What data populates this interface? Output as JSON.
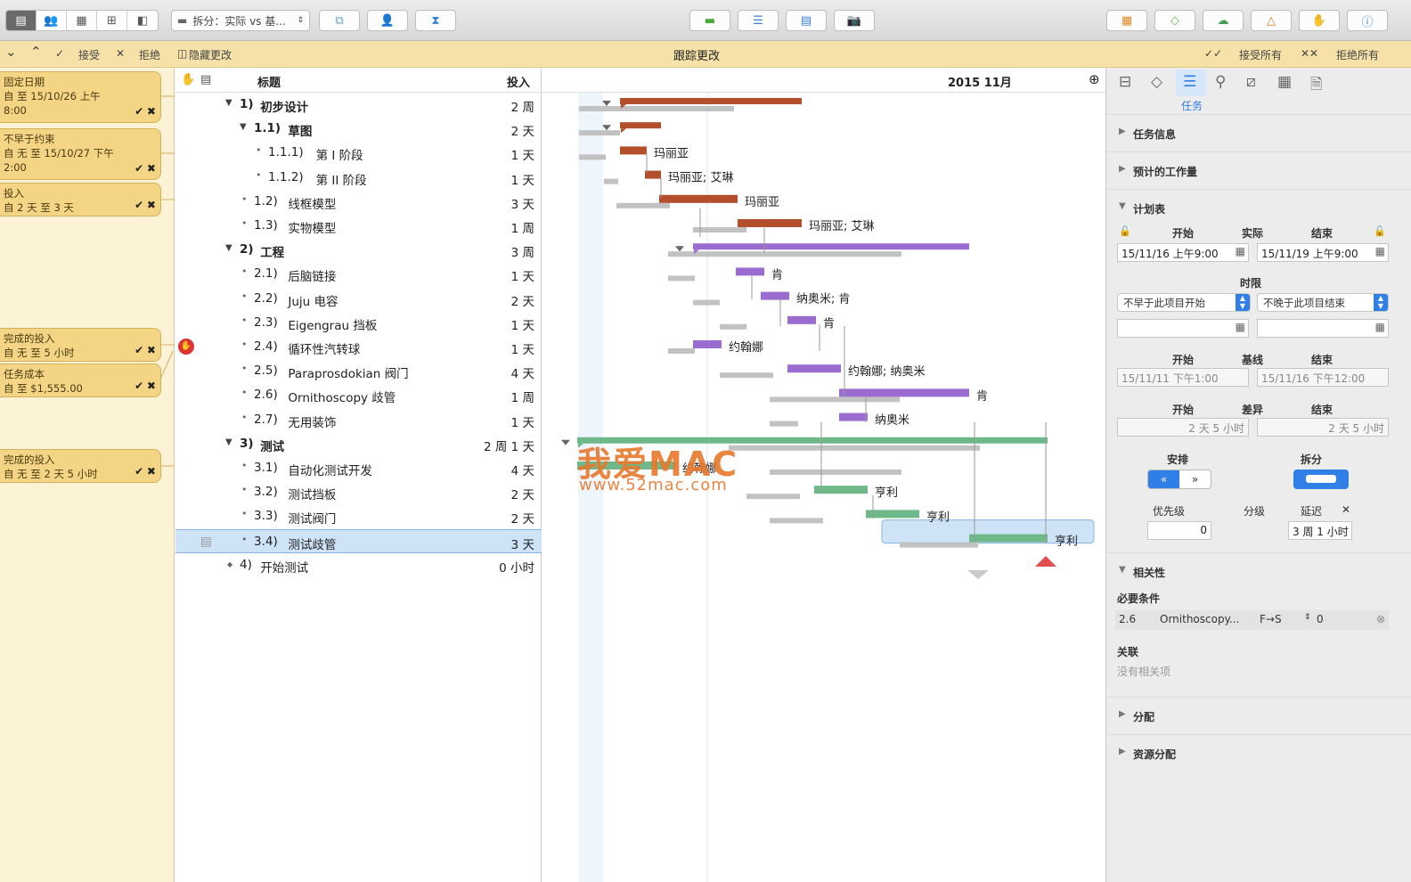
{
  "toolbar": {
    "view_modes": [
      "gantt-view-icon",
      "resource-view-icon",
      "calendar-view-icon",
      "network-view-icon",
      "dashboard-view-icon"
    ],
    "baseline_popup": "拆分：实际 vs 基..."
  },
  "trackbar": {
    "accept": "接受",
    "reject": "拒绝",
    "hide_changes": "隐藏更改",
    "title": "跟踪更改",
    "accept_all": "接受所有",
    "reject_all": "拒绝所有"
  },
  "changes": [
    {
      "title": "固定日期",
      "detail": "自  至 15/10/26 上午 8:00"
    },
    {
      "title": "不早于约束",
      "detail": "自 无 至 15/10/27 下午 2:00"
    },
    {
      "title": "投入",
      "detail": "自 2 天 至 3 天"
    },
    {
      "title": "完成的投入",
      "detail": "自 无 至 5 小时"
    },
    {
      "title": "任务成本",
      "detail": "自  至 $1,555.00"
    },
    {
      "title": "完成的投入",
      "detail": "自 无 至 2 天 5 小时"
    }
  ],
  "outline": {
    "col_title": "标题",
    "col_effort": "投入",
    "rows": [
      {
        "num": "1)",
        "title": "初步设计",
        "effort": "2 周",
        "level": 0,
        "group": true
      },
      {
        "num": "1.1)",
        "title": "草图",
        "effort": "2 天",
        "level": 1,
        "group": true
      },
      {
        "num": "1.1.1)",
        "title": "第 I 阶段",
        "effort": "1 天",
        "level": 2,
        "group": false
      },
      {
        "num": "1.1.2)",
        "title": "第 II 阶段",
        "effort": "1 天",
        "level": 2,
        "group": false
      },
      {
        "num": "1.2)",
        "title": "线框模型",
        "effort": "3 天",
        "level": 1,
        "group": false
      },
      {
        "num": "1.3)",
        "title": "实物模型",
        "effort": "1 周",
        "level": 1,
        "group": false
      },
      {
        "num": "2)",
        "title": "工程",
        "effort": "3 周",
        "level": 0,
        "group": true
      },
      {
        "num": "2.1)",
        "title": "后脑链接",
        "effort": "1 天",
        "level": 1,
        "group": false
      },
      {
        "num": "2.2)",
        "title": "Juju 电容",
        "effort": "2 天",
        "level": 1,
        "group": false
      },
      {
        "num": "2.3)",
        "title": "Eigengrau 挡板",
        "effort": "1 天",
        "level": 1,
        "group": false
      },
      {
        "num": "2.4)",
        "title": "循环性汽转球",
        "effort": "1 天",
        "level": 1,
        "group": false
      },
      {
        "num": "2.5)",
        "title": "Paraprosdokian 阀门",
        "effort": "4 天",
        "level": 1,
        "group": false
      },
      {
        "num": "2.6)",
        "title": "Ornithoscopy 歧管",
        "effort": "1 周",
        "level": 1,
        "group": false
      },
      {
        "num": "2.7)",
        "title": "无用装饰",
        "effort": "1 天",
        "level": 1,
        "group": false
      },
      {
        "num": "3)",
        "title": "测试",
        "effort": "2 周 1 天",
        "level": 0,
        "group": true
      },
      {
        "num": "3.1)",
        "title": "自动化测试开发",
        "effort": "4 天",
        "level": 1,
        "group": false
      },
      {
        "num": "3.2)",
        "title": "测试挡板",
        "effort": "2 天",
        "level": 1,
        "group": false
      },
      {
        "num": "3.3)",
        "title": "测试阀门",
        "effort": "2 天",
        "level": 1,
        "group": false
      },
      {
        "num": "3.4)",
        "title": "测试歧管",
        "effort": "3 天",
        "level": 1,
        "group": false,
        "selected": true
      },
      {
        "num": "4)",
        "title": "开始测试",
        "effort": "0 小时",
        "level": 0,
        "group": false,
        "milestone": true
      }
    ]
  },
  "gantt": {
    "period": "2015 11月",
    "labels": [
      "玛丽亚",
      "玛丽亚; 艾琳",
      "玛丽亚",
      "玛丽亚; 艾琳",
      "肯",
      "纳奥米; 肯",
      "肯",
      "约翰娜",
      "约翰娜; 纳奥米",
      "肯",
      "纳奥米",
      "约翰娜",
      "亨利",
      "亨利",
      "亨利"
    ],
    "watermark_title": "我爱MAC",
    "watermark_url": "www.52mac.com",
    "colors": {
      "design": "#b34f2b",
      "engineering": "#9b6ccf",
      "testing": "#6fb88a",
      "baseline": "#c2c2c2"
    }
  },
  "inspector": {
    "active_tab": "任务",
    "sections": {
      "task_info": "任务信息",
      "estimated_work": "预计的工作量",
      "schedule": "计划表",
      "dependencies": "相关性",
      "assignments": "分配",
      "resource_allocation": "资源分配"
    },
    "schedule": {
      "start_label": "开始",
      "actual_label": "实际",
      "end_label": "结束",
      "start_value": "15/11/16 上午9:00",
      "end_value": "15/11/19 上午9:00",
      "deadline_label": "时限",
      "constraint_start": "不早于此项目开始",
      "constraint_end": "不晚于此项目结束",
      "baseline_start_label": "开始",
      "baseline_label": "基线",
      "baseline_end_label": "结束",
      "baseline_start": "15/11/11 下午1:00",
      "baseline_end": "15/11/16 下午12:00",
      "variance_start_label": "开始",
      "variance_label": "差异",
      "variance_end_label": "结束",
      "variance_start": "2 天 5 小时",
      "variance_end": "2 天 5 小时",
      "arrange_label": "安排",
      "split_label": "拆分",
      "priority_label": "优先级",
      "level_label": "分级",
      "delay_label": "延迟",
      "priority_value": "0",
      "delay_value": "3 周 1 小时"
    },
    "dependencies": {
      "prereq_label": "必要条件",
      "prereq_id": "2.6",
      "prereq_name": "Ornithoscopy...",
      "prereq_type": "F→S",
      "prereq_lag": "0",
      "related_label": "关联",
      "related_empty": "没有相关项"
    }
  }
}
